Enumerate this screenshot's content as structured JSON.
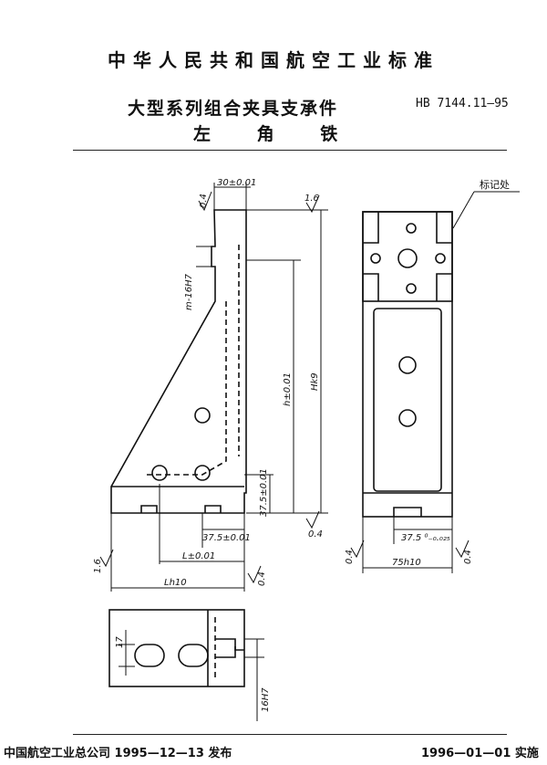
{
  "header": {
    "standard_title": "中华人民共和国航空工业标准",
    "doc_title": "大型系列组合夹具支承件",
    "doc_code": "HB 7144.11—95",
    "doc_subtitle": "左 角 铁"
  },
  "drawing": {
    "labels": {
      "width_top": "30±0.01",
      "roughness_04": "0.4",
      "roughness_16": "1.6",
      "slot_spec": "m-16H7",
      "h_dim": "h±0.01",
      "H_dim": "Hk9",
      "lower_height": "37.5±0.01",
      "lower_width": "37.5±0.01",
      "L_tol": "L±0.01",
      "L_dim": "Lh10",
      "width_75": "75h10",
      "side_37": "37.5 ⁰₋₀.₀₂₅",
      "mark_location": "标记处",
      "slot_17": "17",
      "slot_16": "16H7"
    }
  },
  "footer": {
    "issuer": "中国航空工业总公司 1995—12—13 发布",
    "effective": "1996—01—01 实施"
  }
}
